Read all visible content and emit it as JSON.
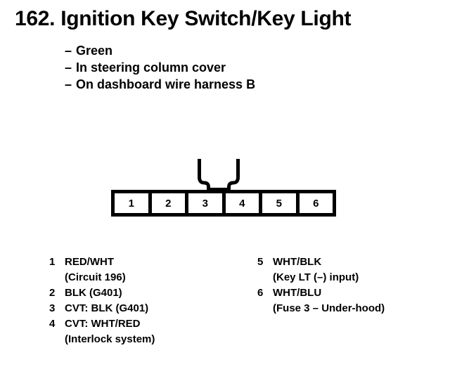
{
  "page": {
    "number": "162.",
    "title": "162. Ignition Key Switch/Key Light",
    "background_color": "#ffffff",
    "ink_color": "#000000"
  },
  "notes": {
    "dash": "–",
    "items": [
      {
        "text": "Green"
      },
      {
        "text": "In steering column cover"
      },
      {
        "text": "On dashboard wire harness B"
      }
    ]
  },
  "connector": {
    "name": "6-pin connector",
    "pin_count": 6,
    "latch": "locking-tab",
    "pins": [
      {
        "number": "1"
      },
      {
        "number": "2"
      },
      {
        "number": "3"
      },
      {
        "number": "4"
      },
      {
        "number": "5"
      },
      {
        "number": "6"
      }
    ]
  },
  "legend": {
    "left": [
      {
        "num": "1",
        "main": "RED/WHT",
        "sub": "(Circuit 196)"
      },
      {
        "num": "2",
        "main": "BLK (G401)",
        "sub": ""
      },
      {
        "num": "3",
        "main": "CVT: BLK (G401)",
        "sub": ""
      },
      {
        "num": "4",
        "main": "CVT: WHT/RED",
        "sub": "(Interlock system)"
      }
    ],
    "right": [
      {
        "num": "5",
        "main": "WHT/BLK",
        "sub": "(Key LT (–) input)"
      },
      {
        "num": "6",
        "main": "WHT/BLU",
        "sub": "(Fuse 3 – Under-hood)"
      }
    ]
  }
}
